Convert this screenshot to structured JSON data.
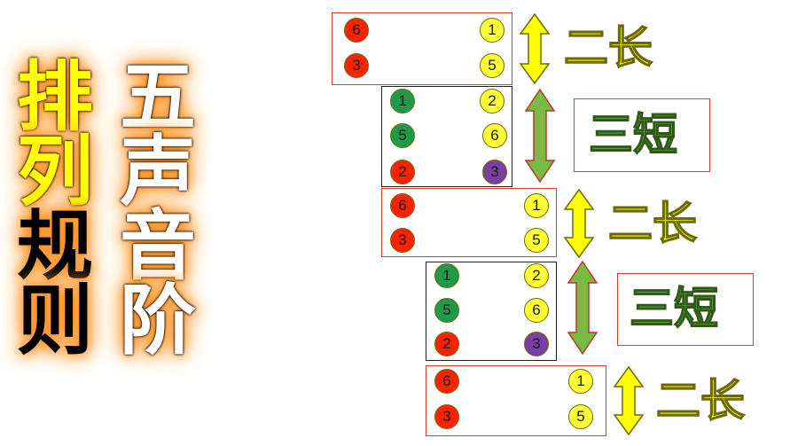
{
  "title_left": [
    "排",
    "列",
    "规",
    "则"
  ],
  "title_right": [
    "五",
    "声",
    "音",
    "阶"
  ],
  "colors": {
    "note_red": "#ff2200",
    "note_yellow": "#ffff33",
    "note_green": "#1e9a48",
    "note_purple": "#7a3fa0",
    "arrow_yellow": "#ffff00",
    "arrow_green": "#77bb44",
    "title_yellow": "#ffff00",
    "title_glow": "#ff8c1a"
  },
  "groups": [
    {
      "label": "二长",
      "left_notes": [
        "6",
        "3"
      ],
      "right_notes": [
        "1",
        "5"
      ]
    },
    {
      "label": "三短",
      "left_notes": [
        "1",
        "5",
        "2"
      ],
      "right_notes": [
        "2",
        "6",
        "3"
      ]
    },
    {
      "label": "二长",
      "left_notes": [
        "6",
        "3"
      ],
      "right_notes": [
        "1",
        "5"
      ]
    },
    {
      "label": "三短",
      "left_notes": [
        "1",
        "5",
        "2"
      ],
      "right_notes": [
        "2",
        "6",
        "3"
      ]
    },
    {
      "label": "二长",
      "left_notes": [
        "6",
        "3"
      ],
      "right_notes": [
        "1",
        "5"
      ]
    }
  ]
}
